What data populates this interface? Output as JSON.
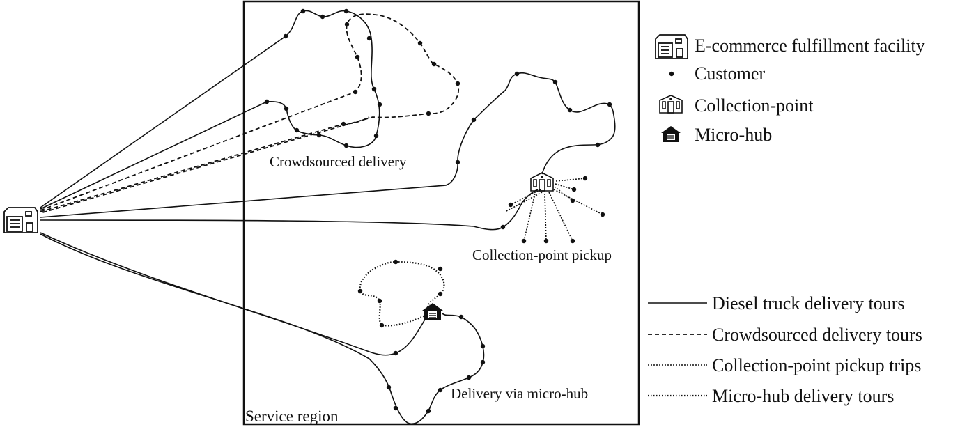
{
  "legend": {
    "facility": "E-commerce fulfillment facility",
    "customer": "Customer",
    "collection_point": "Collection-point",
    "micro_hub": "Micro-hub"
  },
  "line_legend": {
    "diesel": "Diesel truck delivery tours",
    "crowdsourced": "Crowdsourced delivery tours",
    "pickup": "Collection-point pickup trips",
    "micro_hub": "Micro-hub delivery tours"
  },
  "labels": {
    "service_region": "Service region",
    "crowdsourced_delivery": "Crowdsourced delivery",
    "collection_point_pickup": "Collection-point pickup",
    "delivery_via_micro_hub": "Delivery via micro-hub"
  },
  "icons": {
    "facility": "warehouse-icon",
    "collection_point": "shop-icon",
    "micro_hub": "garage-icon"
  },
  "colors": {
    "ink": "#111111",
    "background": "#ffffff"
  }
}
